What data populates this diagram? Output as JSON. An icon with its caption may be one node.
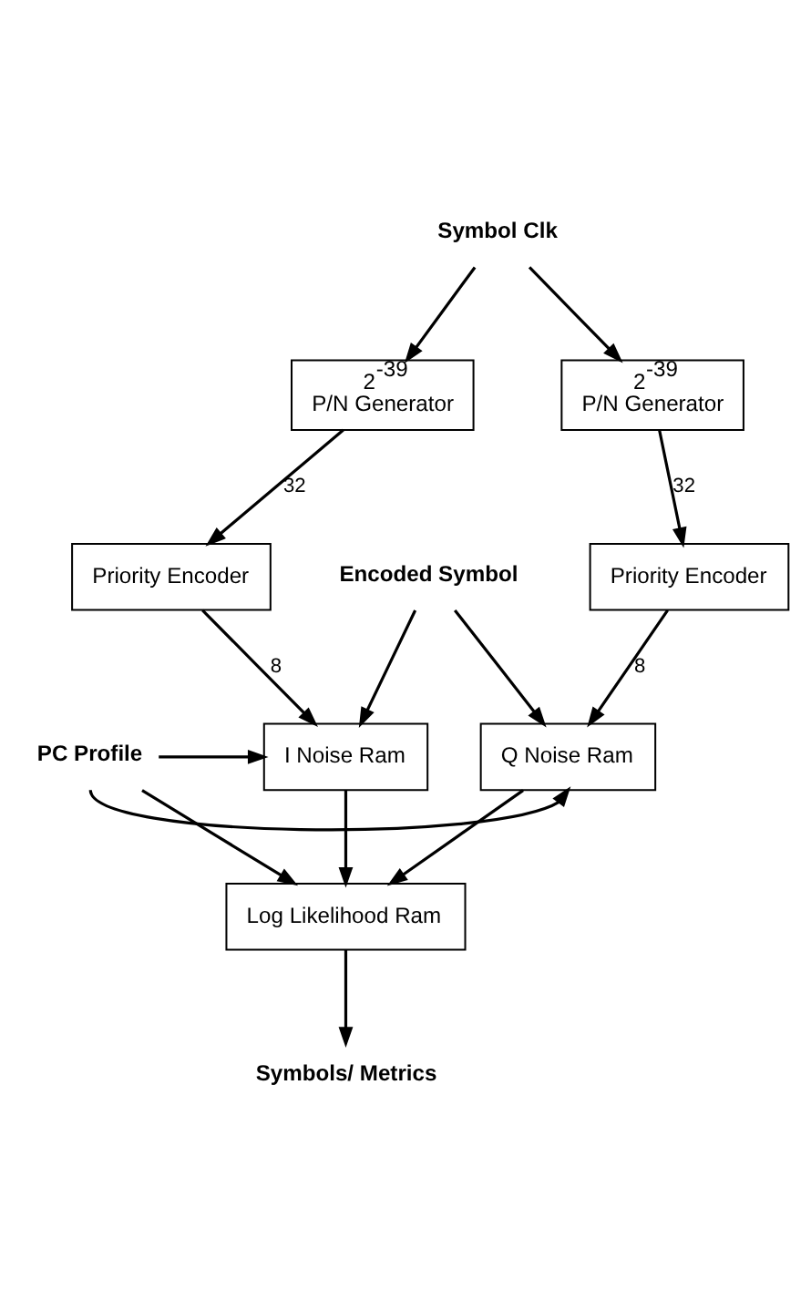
{
  "diagram": {
    "nodes": [
      {
        "text": [
          "Symbol Clk"
        ]
      },
      {
        "text": [
          "2$^{-39}$",
          "P/N Generator"
        ]
      },
      {
        "text": [
          "2$^{-39}$",
          "P/N Generator"
        ]
      },
      {
        "text": [
          "Priority Encoder"
        ]
      },
      {
        "text": [
          "Priority Encoder"
        ]
      },
      {
        "text": [
          "Encoded Symbol"
        ]
      },
      {
        "text": [
          "I Noise Ram"
        ]
      },
      {
        "text": [
          "Q Noise Ram"
        ]
      },
      {
        "text": [
          "PC Profile"
        ]
      },
      {
        "text": [
          "Log Likelihood Ram"
        ]
      },
      {
        "text": [
          "Symbols/ Metrics"
        ]
      }
    ],
    "edges": [
      {
        "from": 0,
        "to": 1,
        "arrow": "to"
      },
      {
        "from": 0,
        "to": 2,
        "arrow": "to"
      },
      {
        "from": 1,
        "to": 3,
        "arrow": "to",
        "label": "32"
      },
      {
        "from": 2,
        "to": 4,
        "arrow": "to",
        "label": "32"
      },
      {
        "from": 3,
        "to": 6,
        "arrow": "to",
        "label": "8"
      },
      {
        "from": 4,
        "to": 7,
        "arrow": "to",
        "label": "8"
      },
      {
        "from": 5,
        "to": 6,
        "arrow": "to"
      },
      {
        "from": 5,
        "to": 7,
        "arrow": "to"
      },
      {
        "from": 8,
        "to": 6,
        "arrow": "to"
      },
      {
        "from": 8,
        "to": 7,
        "arrow": "to"
      },
      {
        "from": 8,
        "to": 9,
        "arrow": "to"
      },
      {
        "from": 6,
        "to": 9,
        "arrow": "to"
      },
      {
        "from": 7,
        "to": 9,
        "arrow": "to"
      },
      {
        "from": 9,
        "to": 10,
        "arrow": "to"
      }
    ]
  }
}
